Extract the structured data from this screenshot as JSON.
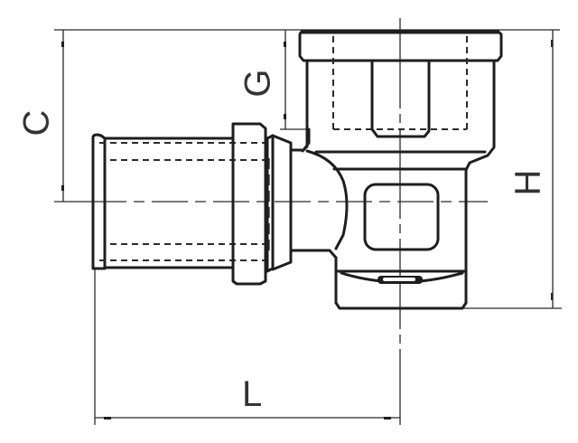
{
  "drawing": {
    "type": "technical drawing",
    "subject": "elbow fitting with pipe press connector and female threaded outlet",
    "line_color": "#1e1e1e",
    "background": "#ffffff"
  },
  "dimensions": {
    "C": {
      "label": "C",
      "orientation": "vertical",
      "description": "top face to pipe centerline"
    },
    "G": {
      "label": "G",
      "orientation": "vertical",
      "description": "thread depth"
    },
    "H": {
      "label": "H",
      "orientation": "vertical",
      "description": "overall height"
    },
    "L": {
      "label": "L",
      "orientation": "horizontal",
      "description": "pipe end to body axis"
    }
  }
}
